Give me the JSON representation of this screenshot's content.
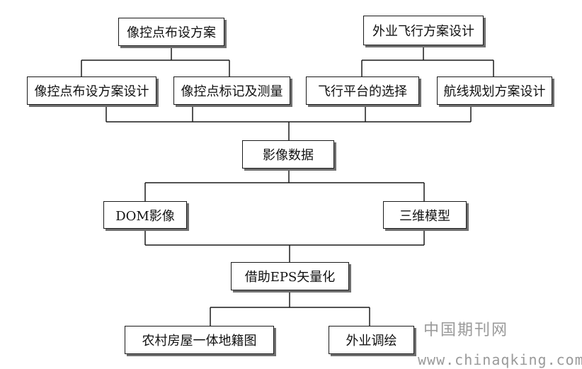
{
  "nodes": {
    "control_plan": "像控点布设方案",
    "field_flight_plan": "外业飞行方案设计",
    "control_layout_design": "像控点布设方案设计",
    "control_marking_survey": "像控点标记及测量",
    "flight_platform_selection": "飞行平台的选择",
    "route_planning_design": "航线规划方案设计",
    "image_data": "影像数据",
    "dom_image": "DOM影像",
    "three_d_model": "三维模型",
    "eps_vectorization": "借助EPS矢量化",
    "rural_house_map": "农村房屋一体地籍图",
    "field_adjustment": "外业调绘"
  },
  "watermark": {
    "text1": "中国期刊网",
    "text2": "www.chinaqking.com"
  }
}
